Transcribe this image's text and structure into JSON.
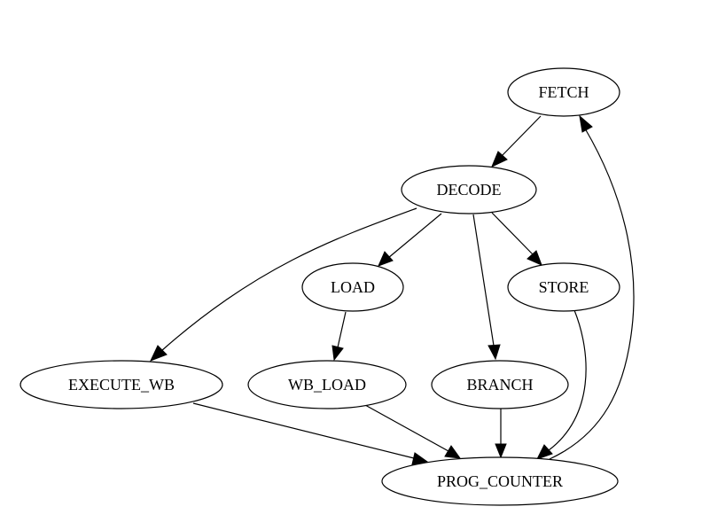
{
  "diagram": {
    "nodes": [
      {
        "id": "fetch",
        "label": "FETCH"
      },
      {
        "id": "decode",
        "label": "DECODE"
      },
      {
        "id": "load",
        "label": "LOAD"
      },
      {
        "id": "store",
        "label": "STORE"
      },
      {
        "id": "execute_wb",
        "label": "EXECUTE_WB"
      },
      {
        "id": "wb_load",
        "label": "WB_LOAD"
      },
      {
        "id": "branch",
        "label": "BRANCH"
      },
      {
        "id": "prog_counter",
        "label": "PROG_COUNTER"
      }
    ],
    "edges": [
      {
        "from": "fetch",
        "to": "decode"
      },
      {
        "from": "decode",
        "to": "execute_wb"
      },
      {
        "from": "decode",
        "to": "load"
      },
      {
        "from": "decode",
        "to": "branch"
      },
      {
        "from": "decode",
        "to": "store"
      },
      {
        "from": "load",
        "to": "wb_load"
      },
      {
        "from": "store",
        "to": "prog_counter"
      },
      {
        "from": "execute_wb",
        "to": "prog_counter"
      },
      {
        "from": "wb_load",
        "to": "prog_counter"
      },
      {
        "from": "branch",
        "to": "prog_counter"
      },
      {
        "from": "prog_counter",
        "to": "fetch"
      }
    ]
  }
}
